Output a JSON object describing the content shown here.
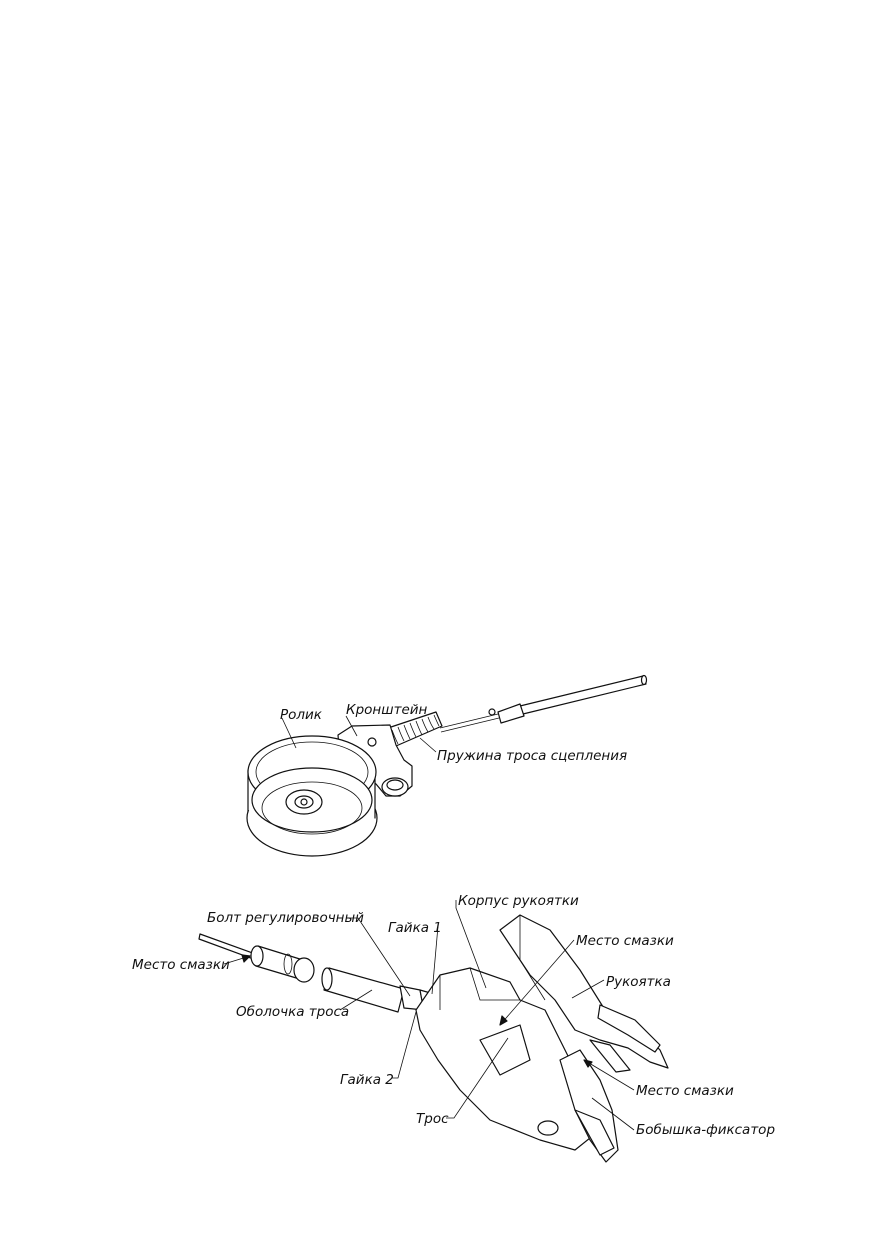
{
  "figure_top": {
    "labels": {
      "roller": "Ролик",
      "bracket": "Кронштейн",
      "spring": "Пружина троса сцепления"
    }
  },
  "figure_bottom": {
    "labels": {
      "handle_body": "Корпус рукоятки",
      "adjust_bolt": "Болт регулировочный",
      "nut_1": "Гайка 1",
      "grease_point_left": "Место смазки",
      "grease_point_top": "Место смазки",
      "handle": "Рукоятка",
      "cable_sheath": "Оболочка троса",
      "nut_2": "Гайка 2",
      "grease_point_right": "Место смазки",
      "cable": "Трос",
      "lock_boss": "Бобышка-фиксатор"
    }
  }
}
